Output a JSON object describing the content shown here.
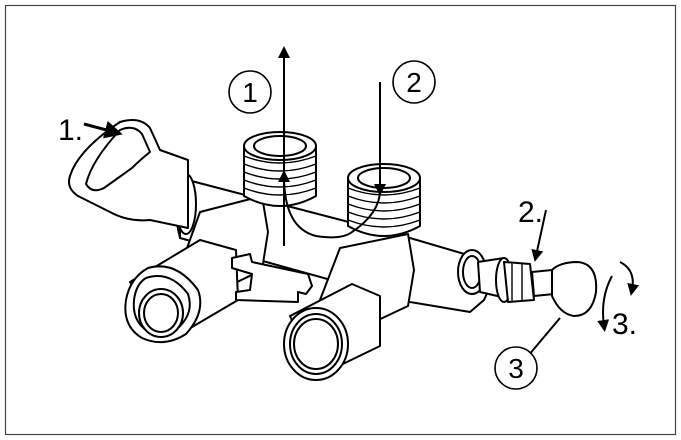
{
  "labels": {
    "step_1_handle": "1.",
    "flow_1": "1",
    "flow_2": "2",
    "step_2_nut": "2.",
    "callout_3": "3",
    "step_3_rotate": "3."
  },
  "colors": {
    "line": "#000000",
    "fill": "#ffffff",
    "frame": "#444444"
  }
}
